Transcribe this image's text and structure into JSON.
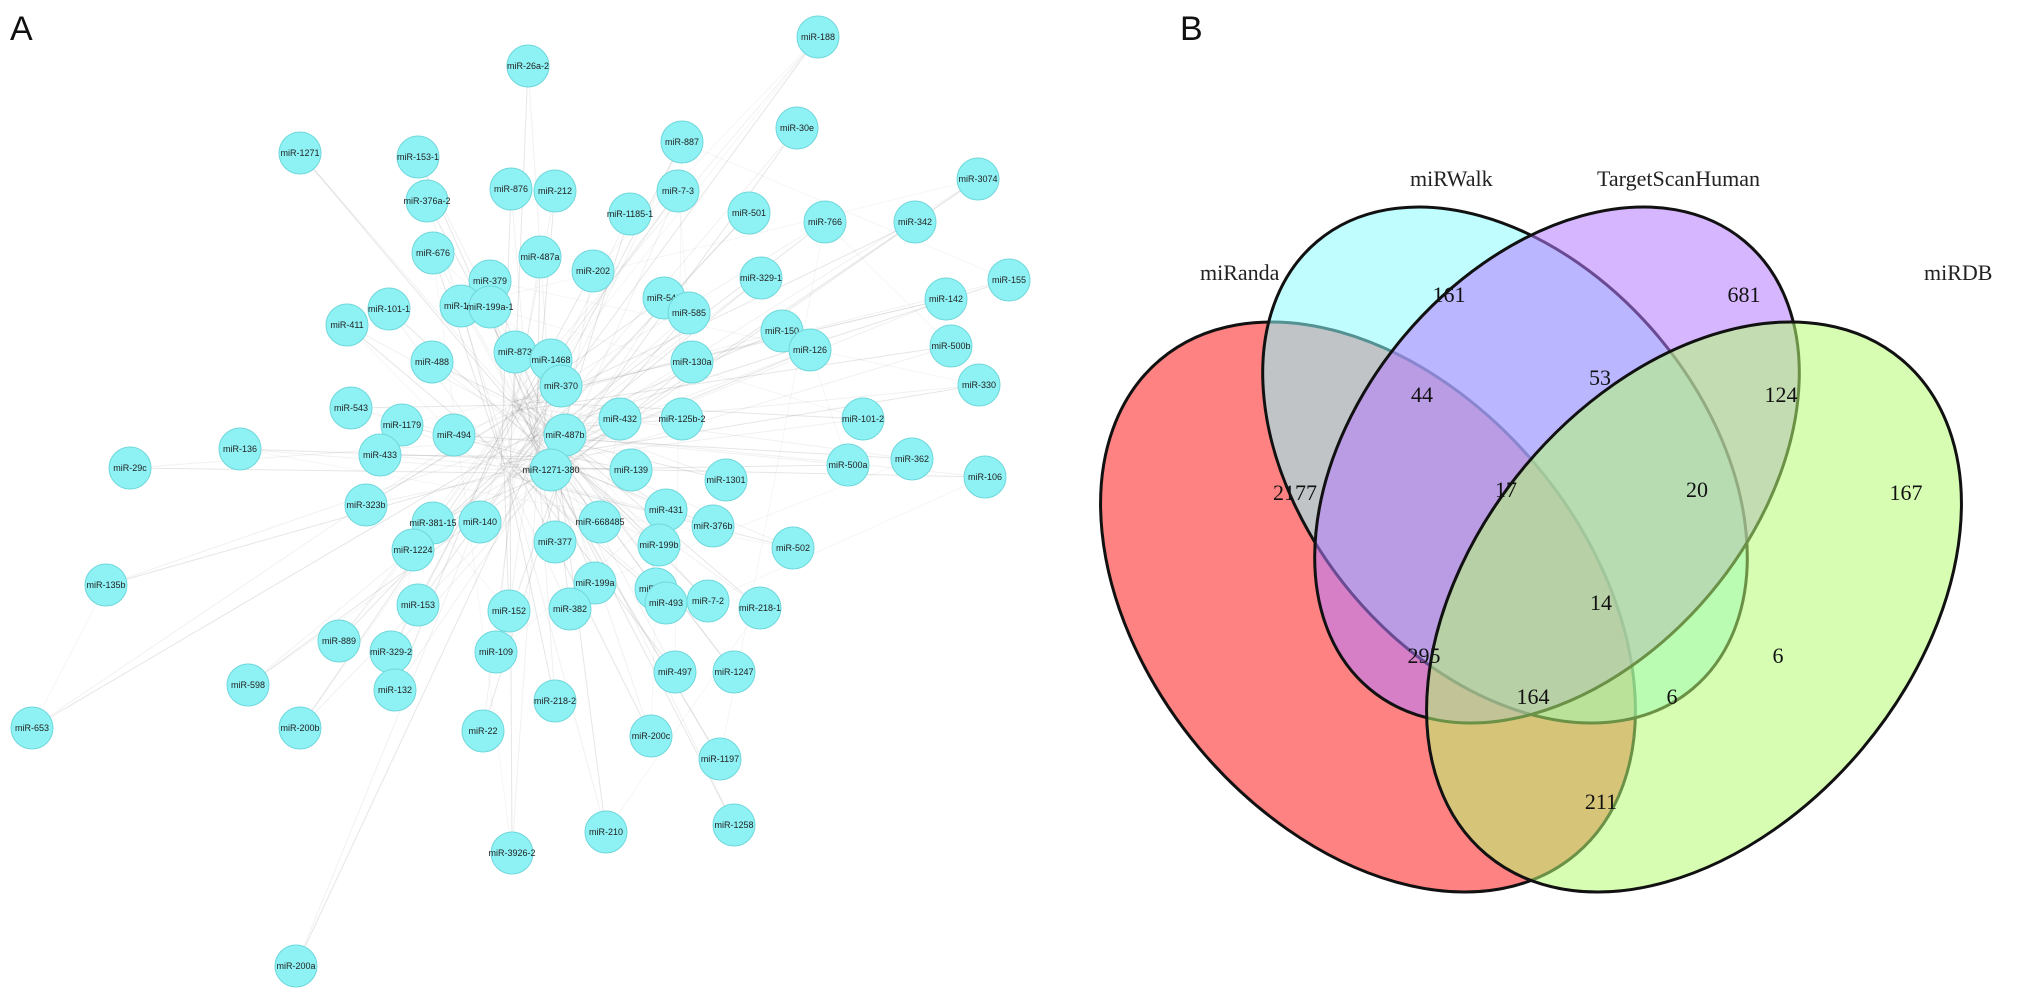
{
  "panels": {
    "a_label": "A",
    "b_label": "B"
  },
  "network": {
    "node_color": "#8ef2f5",
    "edge_color": "#8c8c8c",
    "nodes": [
      "miR-188",
      "miR-26a-2",
      "miR-30e",
      "miR-887",
      "miR-1271",
      "miR-153-1",
      "miR-3074",
      "miR-876",
      "miR-212",
      "miR-7-3",
      "miR-376a-2",
      "miR-501",
      "miR-766",
      "miR-342",
      "miR-1185-1",
      "miR-676",
      "miR-487a",
      "miR-202",
      "miR-379",
      "miR-329-1",
      "miR-155",
      "miR-142",
      "miR-101-1",
      "miR-134",
      "miR-199a-1",
      "miR-542",
      "miR-585",
      "miR-411",
      "miR-150",
      "miR-500b",
      "miR-126",
      "miR-873",
      "miR-1468",
      "miR-488",
      "miR-130a",
      "miR-330",
      "miR-370",
      "miR-543",
      "miR-1179",
      "miR-432",
      "miR-125b-2",
      "miR-101-2",
      "miR-136",
      "miR-29c",
      "miR-494",
      "miR-487b",
      "miR-433",
      "miR-500a",
      "miR-362",
      "miR-1271-380",
      "miR-139",
      "miR-106",
      "miR-1301",
      "miR-323b",
      "miR-381-15",
      "miR-140",
      "miR-668485",
      "miR-431",
      "miR-376b",
      "miR-502",
      "miR-1224",
      "miR-377",
      "miR-199b",
      "miR-135b",
      "miR-153",
      "miR-199a",
      "miR-769",
      "miR-493",
      "miR-7-2",
      "miR-218-1",
      "miR-382",
      "miR-152",
      "miR-889",
      "miR-329-2",
      "miR-109",
      "miR-497",
      "miR-1247",
      "miR-132",
      "miR-598",
      "miR-218-2",
      "miR-653",
      "miR-200b",
      "miR-22",
      "miR-200c",
      "miR-1197",
      "miR-1258",
      "miR-210",
      "miR-3926-2",
      "miR-200a"
    ]
  },
  "venn": {
    "sets": [
      {
        "name": "miRanda",
        "color": "#ff7b7b"
      },
      {
        "name": "miRWalk",
        "color": "#8cfcff"
      },
      {
        "name": "TargetScanHuman",
        "color": "#b57cff"
      },
      {
        "name": "miRDB",
        "color": "#b4fc73"
      }
    ],
    "counts": {
      "miRanda_only": "2177",
      "miRWalk_only": "161",
      "TargetScanHuman_only": "681",
      "miRDB_only": "167",
      "miRanda_miRWalk": "44",
      "miRWalk_TargetScanHuman": "53",
      "TargetScanHuman_miRDB": "124",
      "miRanda_miRWalk_TargetScanHuman": "17",
      "miRWalk_TargetScanHuman_miRDB": "20",
      "all_four": "14",
      "miRanda_TargetScanHuman": "295",
      "miRWalk_miRDB": "6",
      "miRanda_TargetScanHuman_miRDB": "164",
      "miRanda_miRWalk_miRDB": "6",
      "miRanda_miRDB": "211"
    }
  }
}
